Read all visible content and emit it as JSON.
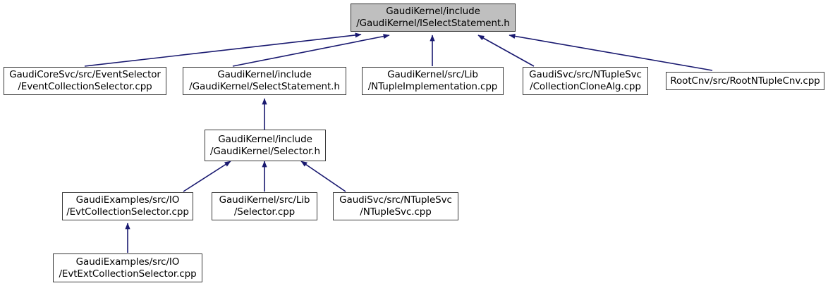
{
  "graph": {
    "type": "include-dependency-graph",
    "title": "GaudiKernel/include/GaudiKernel/ISelectStatement.h include dependency graph",
    "colors": {
      "edge": "#191970",
      "node_border": "#3a3a3a",
      "node_fill": "#ffffff",
      "root_fill": "#bfbfbf",
      "text": "#000000",
      "background": "#ffffff"
    },
    "nodes": [
      {
        "id": "iselectstatement",
        "line1": "GaudiKernel/include",
        "line2": "/GaudiKernel/ISelectStatement.h",
        "root": true
      },
      {
        "id": "eventcollectionselector",
        "line1": "GaudiCoreSvc/src/EventSelector",
        "line2": "/EventCollectionSelector.cpp",
        "root": false
      },
      {
        "id": "selectstatement",
        "line1": "GaudiKernel/include",
        "line2": "/GaudiKernel/SelectStatement.h",
        "root": false
      },
      {
        "id": "ntupleimplementation",
        "line1": "GaudiKernel/src/Lib",
        "line2": "/NTupleImplementation.cpp",
        "root": false
      },
      {
        "id": "collectionclonealg",
        "line1": "GaudiSvc/src/NTupleSvc",
        "line2": "/CollectionCloneAlg.cpp",
        "root": false
      },
      {
        "id": "rootntuplecnv",
        "line1": "RootCnv/src/RootNTupleCnv.cpp",
        "line2": "",
        "root": false
      },
      {
        "id": "selectorh",
        "line1": "GaudiKernel/include",
        "line2": "/GaudiKernel/Selector.h",
        "root": false
      },
      {
        "id": "evtcollectionselector",
        "line1": "GaudiExamples/src/IO",
        "line2": "/EvtCollectionSelector.cpp",
        "root": false
      },
      {
        "id": "selectorcpp",
        "line1": "GaudiKernel/src/Lib",
        "line2": "/Selector.cpp",
        "root": false
      },
      {
        "id": "ntuplesvc",
        "line1": "GaudiSvc/src/NTupleSvc",
        "line2": "/NTupleSvc.cpp",
        "root": false
      },
      {
        "id": "evtextcollectionselector",
        "line1": "GaudiExamples/src/IO",
        "line2": "/EvtExtCollectionSelector.cpp",
        "root": false
      }
    ],
    "edges": [
      {
        "from": "eventcollectionselector",
        "to": "iselectstatement"
      },
      {
        "from": "selectstatement",
        "to": "iselectstatement"
      },
      {
        "from": "ntupleimplementation",
        "to": "iselectstatement"
      },
      {
        "from": "collectionclonealg",
        "to": "iselectstatement"
      },
      {
        "from": "rootntuplecnv",
        "to": "iselectstatement"
      },
      {
        "from": "selectorh",
        "to": "selectstatement"
      },
      {
        "from": "evtcollectionselector",
        "to": "selectorh"
      },
      {
        "from": "selectorcpp",
        "to": "selectorh"
      },
      {
        "from": "ntuplesvc",
        "to": "selectorh"
      },
      {
        "from": "evtextcollectionselector",
        "to": "evtcollectionselector"
      }
    ]
  }
}
